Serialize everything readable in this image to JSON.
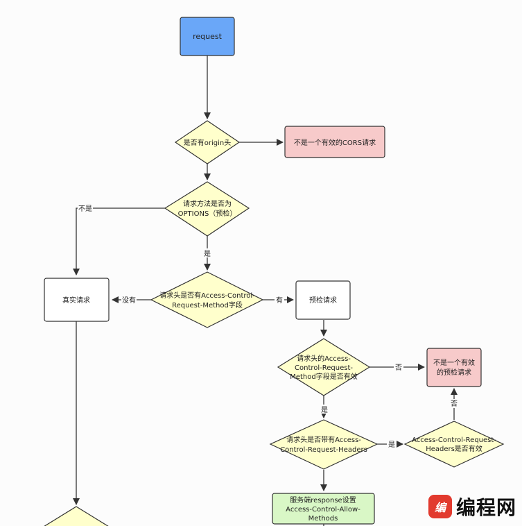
{
  "nodes": {
    "request": {
      "label": "request"
    },
    "origin_check": {
      "label": "是否有origin头"
    },
    "invalid_cors": {
      "label": "不是一个有效的CORS请求"
    },
    "options_check": {
      "line1": "请求方法是否为",
      "line2": "OPTIONS（预检）"
    },
    "real_request": {
      "label": "真实请求"
    },
    "method_field_check": {
      "line1": "请求头是否有Access-Control-",
      "line2": "Request-Method字段"
    },
    "preflight_request": {
      "label": "预检请求"
    },
    "method_valid_check": {
      "line1": "请求头的Access-",
      "line2": "Control-Request-",
      "line3": "Method字段是否有效"
    },
    "invalid_preflight": {
      "line1": "不是一个有效",
      "line2": "的预检请求"
    },
    "headers_present_check": {
      "line1": "请求头是否带有Access-",
      "line2": "Control-Request-Headers"
    },
    "headers_valid_check": {
      "line1": "Access-Control-Request-",
      "line2": "Headers是否有效"
    },
    "server_set_methods": {
      "line1": "服务端response设置",
      "line2": "Access-Control-Allow-",
      "line3": "Methods"
    }
  },
  "edges": {
    "options_no": "不是",
    "options_yes": "是",
    "method_none": "没有",
    "method_has": "有",
    "method_invalid": "否",
    "method_valid": "是",
    "headers_has": "是",
    "headers_invalid": "否"
  },
  "colors": {
    "start_fill": "#6aa7f8",
    "decision_fill": "#ffffcc",
    "error_fill": "#f7caca",
    "process_fill": "#ffffff",
    "action_fill": "#d9f7c6",
    "stroke": "#333333"
  },
  "watermark": {
    "text": "编程网",
    "mark": "编"
  }
}
